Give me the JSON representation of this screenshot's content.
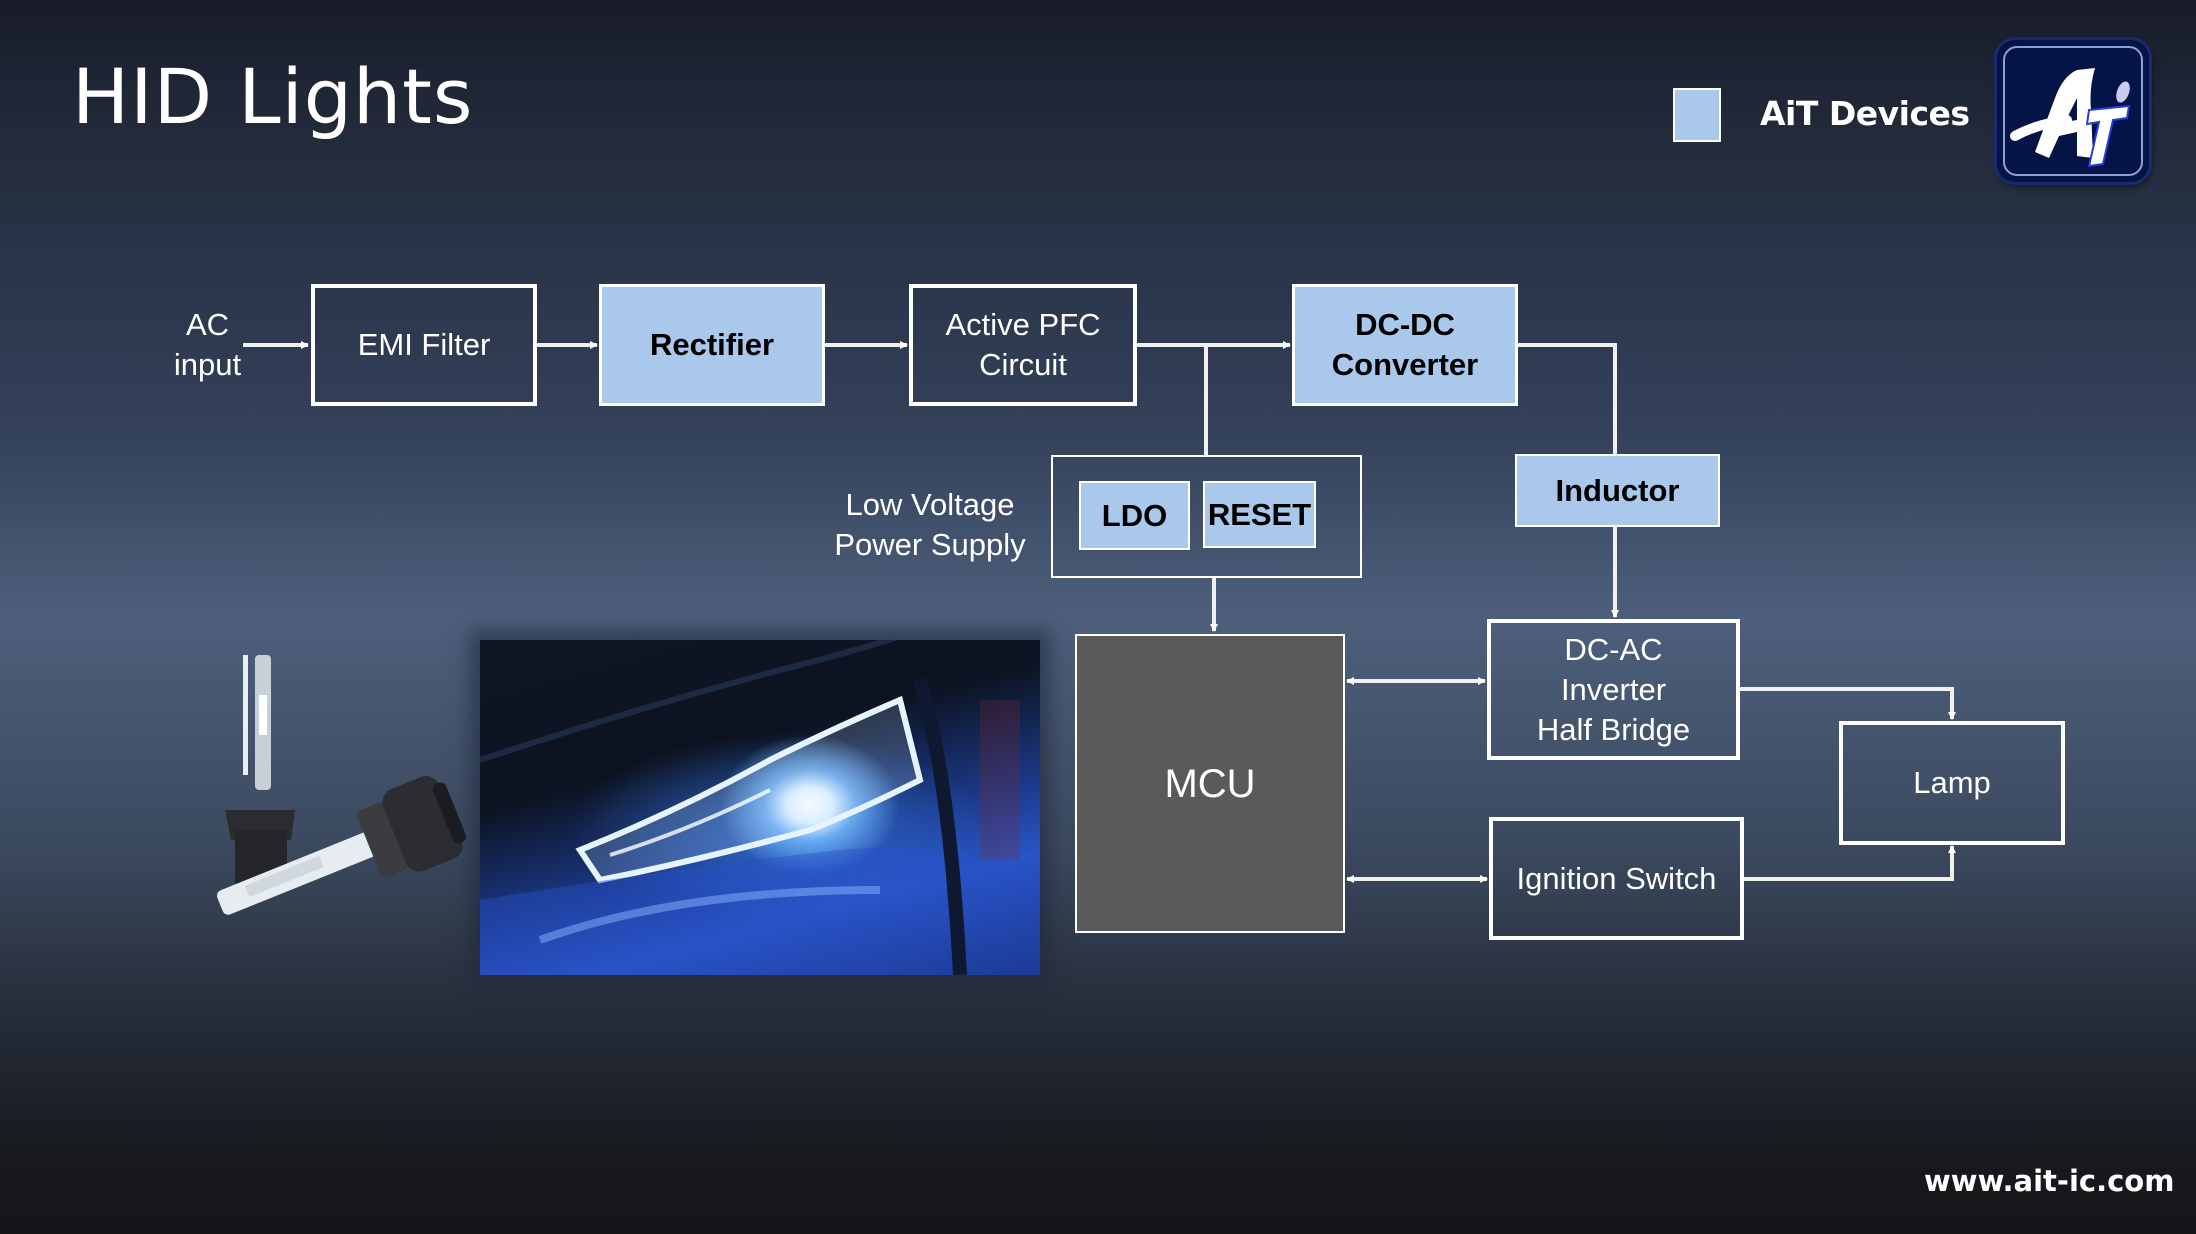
{
  "slide": {
    "title": "HID Lights",
    "footer_url": "www.ait-ic.com"
  },
  "legend": {
    "label": "AiT Devices",
    "swatch_color": "#a9c8ec"
  },
  "logo": {
    "text": "AiT",
    "icon": "ait-logo-icon"
  },
  "diagram": {
    "ac_input_line1": "AC",
    "ac_input_line2": "input",
    "emi_filter": "EMI Filter",
    "rectifier": "Rectifier",
    "pfc_line1": "Active PFC",
    "pfc_line2": "Circuit",
    "dcdc_line1": "DC-DC",
    "dcdc_line2": "Converter",
    "lvps_line1": "Low Voltage",
    "lvps_line2": "Power Supply",
    "ldo": "LDO",
    "reset": "RESET",
    "inductor": "Inductor",
    "mcu": "MCU",
    "dcac_line1": "DC-AC",
    "dcac_line2": "Inverter",
    "dcac_line3": "Half Bridge",
    "ignition": "Ignition Switch",
    "lamp": "Lamp"
  },
  "images": {
    "bulbs": "hid-bulbs-photo",
    "car": "car-headlight-photo"
  }
}
